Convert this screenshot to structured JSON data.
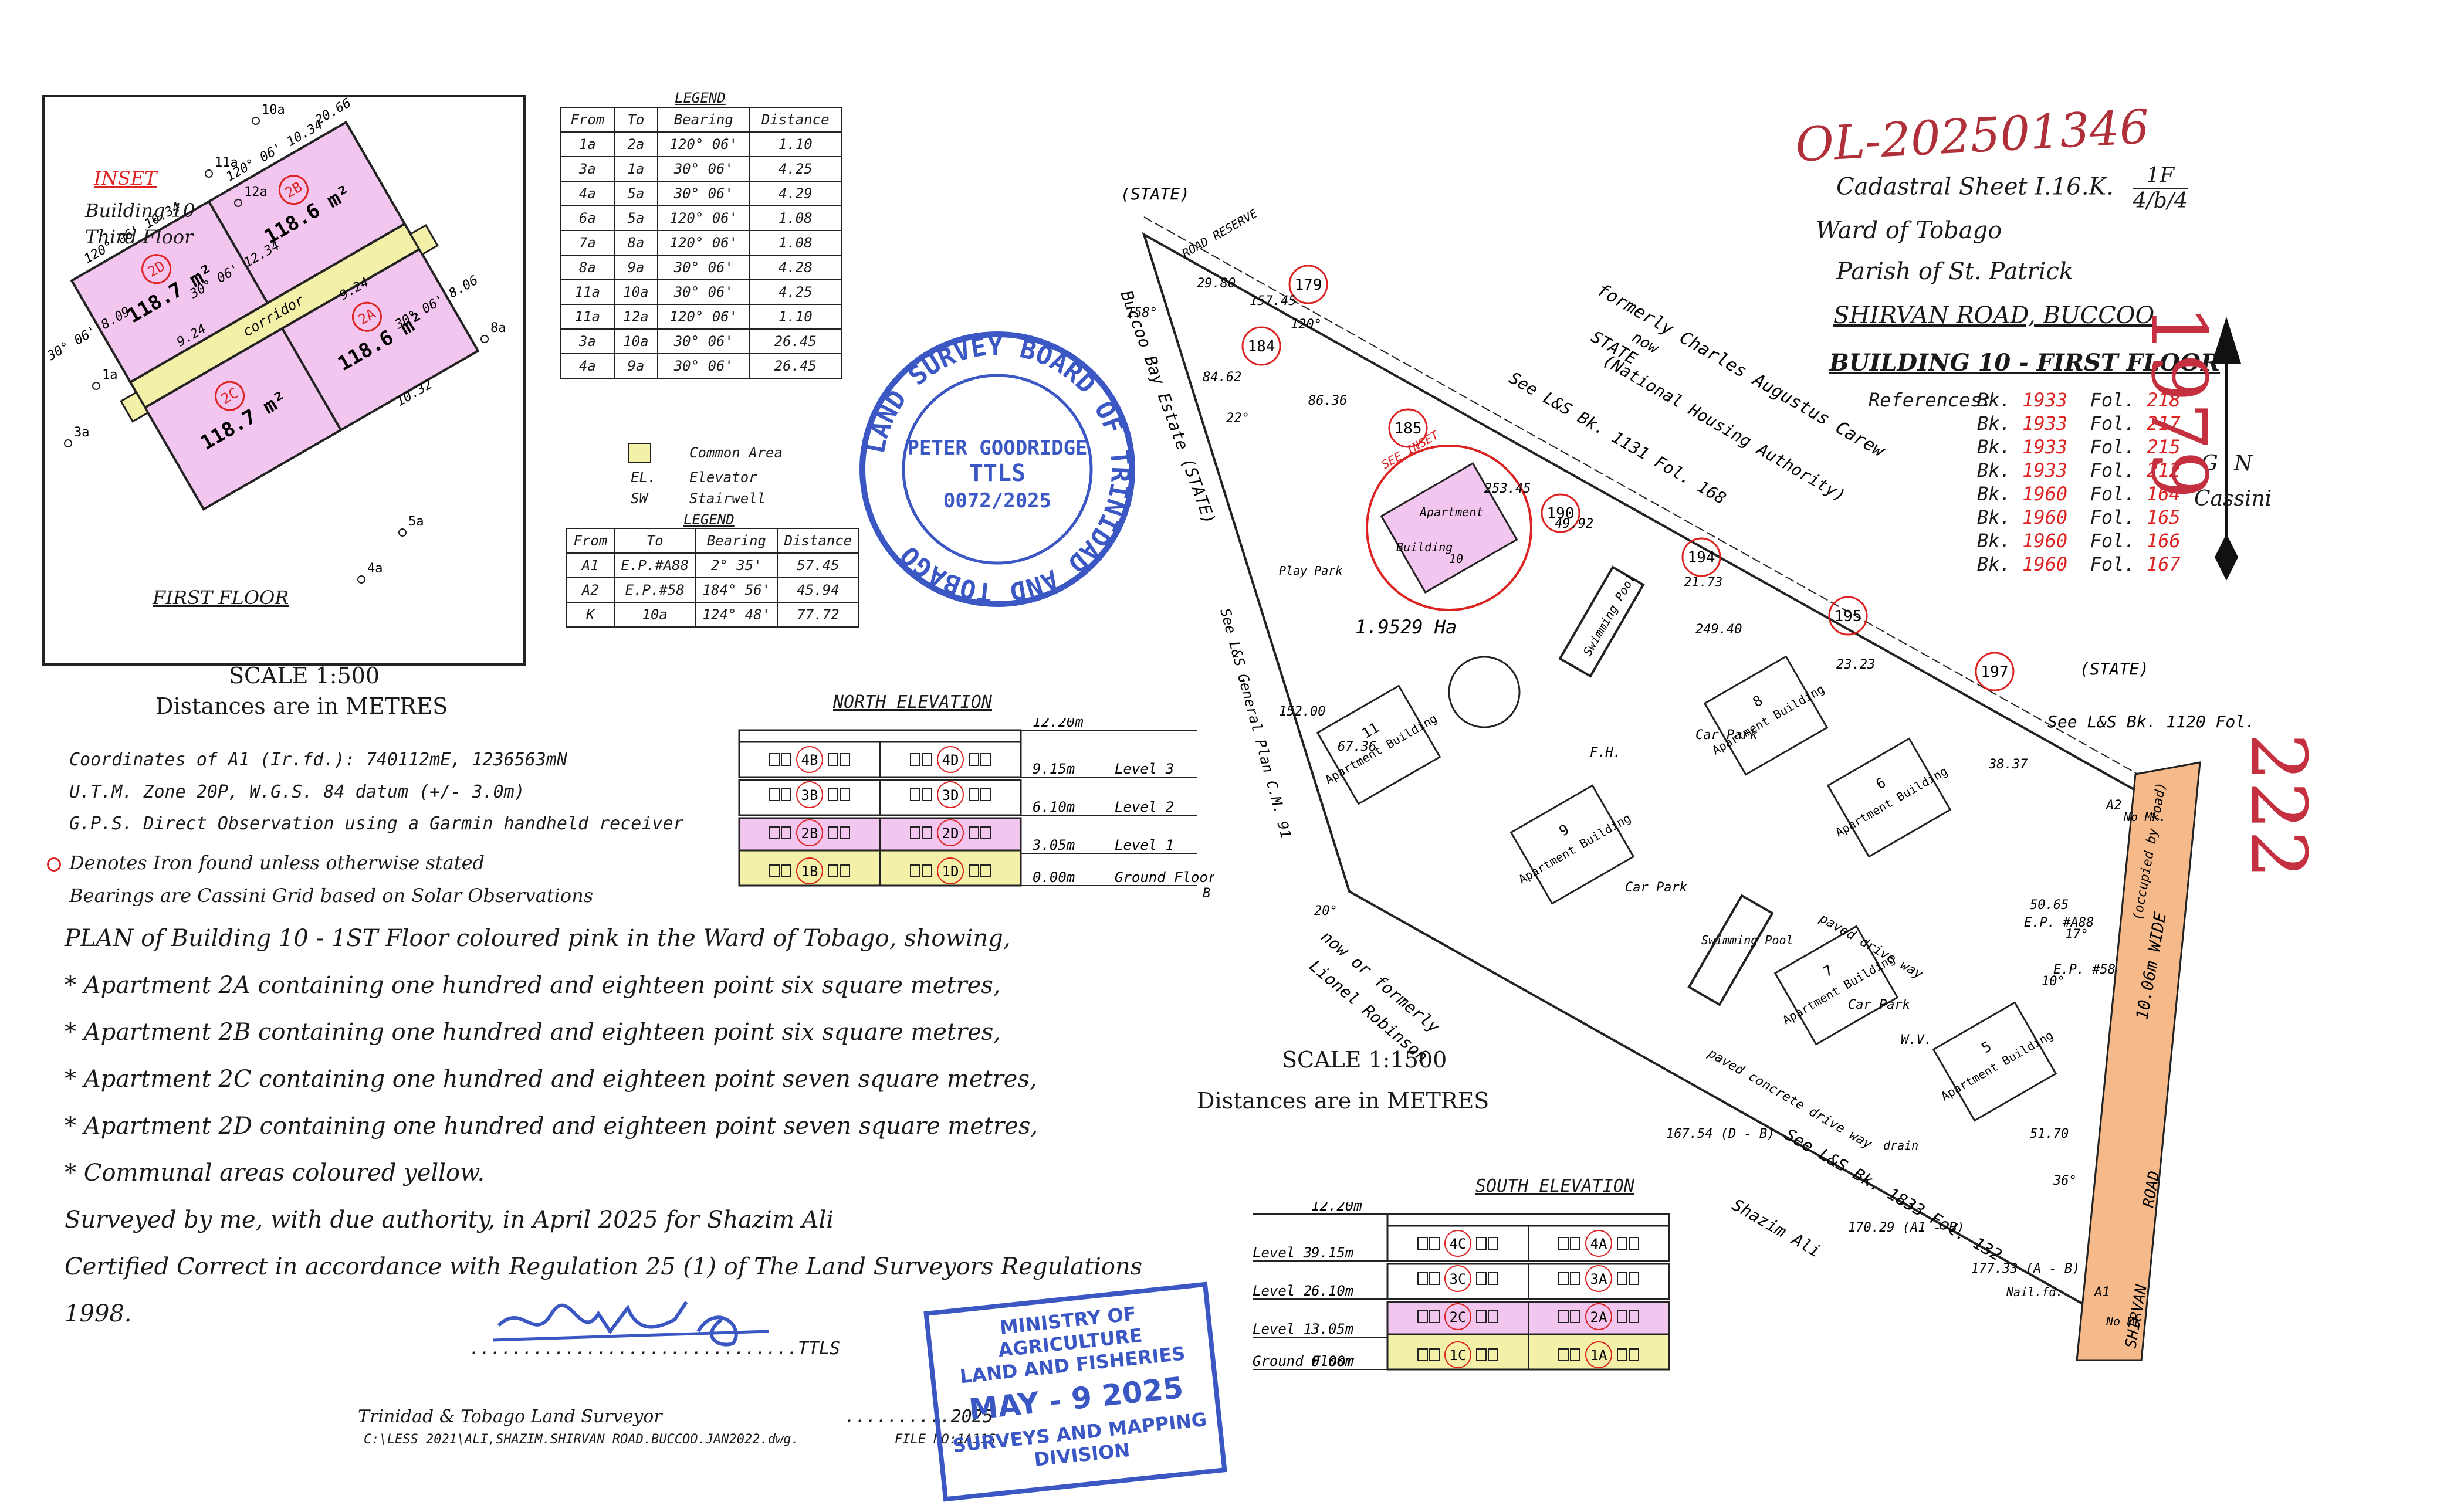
{
  "header": {
    "file_no": "OL-202501346",
    "cadastral_sheet": "Cadastral Sheet I.16.K.",
    "sheet_frac_top": "1F",
    "sheet_frac_bottom": "4/b/4",
    "ward": "Ward of Tobago",
    "parish": "Parish of St. Patrick",
    "road": "SHIRVAN ROAD, BUCCOO",
    "building_floor": "BUILDING 10 - FIRST FLOOR",
    "references_label": "References:"
  },
  "references": [
    {
      "bk": "Bk.",
      "bk_no": "1933",
      "fol": "Fol.",
      "fol_no": "218"
    },
    {
      "bk": "Bk.",
      "bk_no": "1933",
      "fol": "Fol.",
      "fol_no": "217"
    },
    {
      "bk": "Bk.",
      "bk_no": "1933",
      "fol": "Fol.",
      "fol_no": "215"
    },
    {
      "bk": "Bk.",
      "bk_no": "1933",
      "fol": "Fol.",
      "fol_no": "212"
    },
    {
      "bk": "Bk.",
      "bk_no": "1960",
      "fol": "Fol.",
      "fol_no": "164"
    },
    {
      "bk": "Bk.",
      "bk_no": "1960",
      "fol": "Fol.",
      "fol_no": "165"
    },
    {
      "bk": "Bk.",
      "bk_no": "1960",
      "fol": "Fol.",
      "fol_no": "166"
    },
    {
      "bk": "Bk.",
      "bk_no": "1960",
      "fol": "Fol.",
      "fol_no": "167"
    }
  ],
  "north_arrow": {
    "g": "G",
    "n": "N",
    "cassini": "Cassini"
  },
  "handwritten": {
    "top": "1979",
    "bottom": "222"
  },
  "inset": {
    "label": "INSET",
    "building": "Building 10",
    "floor": "Third Floor",
    "footer": "FIRST FLOOR",
    "corridor": "corridor",
    "apartments": [
      {
        "id": "2D",
        "area": "118.7 m²"
      },
      {
        "id": "2B",
        "area": "118.6 m²"
      },
      {
        "id": "2C",
        "area": "118.7 m²"
      },
      {
        "id": "2A",
        "area": "118.6 m²"
      }
    ],
    "dims": [
      "120° 06' 10.34",
      "120° 06' 10.34",
      "30° 06' 8.09",
      "30° 06' 12.34",
      "9.24",
      "9.24",
      "20.66",
      "10.32",
      "30° 06' 8.06"
    ],
    "points": [
      "10a",
      "11a",
      "12a",
      "1a",
      "3a",
      "4a",
      "5a",
      "8a"
    ]
  },
  "scale_inset": {
    "scale": "SCALE 1:500",
    "units": "Distances are in METRES"
  },
  "legend1": {
    "title": "LEGEND",
    "headers": [
      "From",
      "To",
      "Bearing",
      "Distance"
    ],
    "rows": [
      [
        "1a",
        "2a",
        "120° 06'",
        "1.10"
      ],
      [
        "3a",
        "1a",
        "30° 06'",
        "4.25"
      ],
      [
        "4a",
        "5a",
        "30° 06'",
        "4.29"
      ],
      [
        "6a",
        "5a",
        "120° 06'",
        "1.08"
      ],
      [
        "7a",
        "8a",
        "120° 06'",
        "1.08"
      ],
      [
        "8a",
        "9a",
        "30° 06'",
        "4.28"
      ],
      [
        "11a",
        "10a",
        "30° 06'",
        "4.25"
      ],
      [
        "11a",
        "12a",
        "120° 06'",
        "1.10"
      ],
      [
        "3a",
        "10a",
        "30° 06'",
        "26.45"
      ],
      [
        "4a",
        "9a",
        "30° 06'",
        "26.45"
      ]
    ]
  },
  "key": {
    "common": "Common Area",
    "el_code": "EL.",
    "el": "Elevator",
    "sw_code": "SW",
    "sw": "Stairwell"
  },
  "legend2": {
    "title": "LEGEND",
    "headers": [
      "From",
      "To",
      "Bearing",
      "Distance"
    ],
    "rows": [
      [
        "A1",
        "E.P.#A88",
        "2° 35'",
        "57.45"
      ],
      [
        "A2",
        "E.P.#58",
        "184° 56'",
        "45.94"
      ],
      [
        "K",
        "10a",
        "124° 48'",
        "77.72"
      ]
    ]
  },
  "stamp_board": {
    "ring": "LAND SURVEY BOARD OF TRINIDAD AND TOBAGO",
    "name": "PETER GOODRIDGE",
    "ttls": "TTLS",
    "reg": "0072/2025"
  },
  "notes": {
    "coords": "Coordinates of A1 (Ir.fd.): 740112mE, 1236563mN",
    "utm": "U.T.M. Zone 20P, W.G.S. 84 datum (+/- 3.0m)",
    "gps": "G.P.S. Direct Observation using a Garmin handheld receiver",
    "iron": "Denotes Iron found unless otherwise stated",
    "bearings": "Bearings are Cassini Grid based on Solar Observations"
  },
  "north_elev": {
    "title": "NORTH ELEVATION",
    "levels": [
      {
        "h": "12.20m",
        "name": ""
      },
      {
        "h": "9.15m",
        "name": "Level 3"
      },
      {
        "h": "6.10m",
        "name": "Level 2"
      },
      {
        "h": "3.05m",
        "name": "Level 1"
      },
      {
        "h": "0.00m",
        "name": "Ground Floor"
      }
    ],
    "units": [
      "4B",
      "4D",
      "3B",
      "3D",
      "2B",
      "2D",
      "1B",
      "1D"
    ]
  },
  "south_elev": {
    "title": "SOUTH ELEVATION",
    "levels": [
      {
        "h": "12.20m",
        "name": ""
      },
      {
        "h": "9.15m",
        "name": "Level 3"
      },
      {
        "h": "6.10m",
        "name": "Level 2"
      },
      {
        "h": "3.05m",
        "name": "Level 1"
      },
      {
        "h": "0.00m",
        "name": "Ground Floor"
      }
    ],
    "units": [
      "4C",
      "4A",
      "3C",
      "3A",
      "2C",
      "2A",
      "1C",
      "1A"
    ]
  },
  "plan_text": [
    "PLAN of Building 10 - 1ST Floor coloured pink in the Ward of Tobago, showing,",
    "* Apartment 2A containing one hundred and eighteen point six square metres,",
    "* Apartment 2B containing one hundred and eighteen point six square metres,",
    "* Apartment 2C containing one hundred and eighteen point seven square metres,",
    "* Apartment 2D containing one hundred and eighteen point seven square metres,",
    "* Communal areas coloured yellow.",
    "Surveyed by me, with due authority, in April 2025 for Shazim Ali",
    "Certified Correct in accordance with Regulation 25 (1) of The Land Surveyors Regulations 1998."
  ],
  "signature": {
    "dots": "...............................TTLS",
    "surveyor": "Trinidad & Tobago Land Surveyor",
    "date_dots": "..........2025",
    "path": "C:\\LESS 2021\\ALI,SHAZIM.SHIRVAN ROAD.BUCCOO.JAN2022.dwg.",
    "file_no": "FILE NO:1A11S"
  },
  "ministry_stamp": {
    "line1": "MINISTRY OF AGRICULTURE",
    "line2": "LAND AND FISHERIES",
    "date": "MAY - 9 2025",
    "line3": "SURVEYS AND MAPPING",
    "line4": "DIVISION"
  },
  "site": {
    "state_top": "(STATE)",
    "state_right": "(STATE)",
    "road_reserve": "ROAD RESERVE",
    "estate": "Buccoo Bay Estate (STATE)",
    "formerly": "formerly Charles Augustus Carew",
    "now": "now",
    "state_mid": "STATE",
    "nha": "(National Housing Authority)",
    "see1": "See L&S Bk. 1131 Fol. 168",
    "see2": "See L&S Bk. 1120 Fol. 138",
    "see3": "See L&S Bk. 1833 Fol. 132",
    "see_general": "See L&S General Plan C.M. 91",
    "area": "1.9529 Ha",
    "play_park": "Play Park",
    "robinson1": "now or formerly",
    "robinson2": "Lionel Robinson",
    "shazim": "Shazim Ali",
    "shirvan": "SHIRVAN",
    "road_word": "ROAD",
    "wide": "10.06m WIDE",
    "occupied": "(occupied by road)",
    "nail": "Nail.fd.",
    "no_mk": "No Mk.",
    "car_park": "Car Park",
    "swim": "Swimming Pool",
    "paved": "paved drive way",
    "concrete": "paved concrete drive way",
    "drain": "drain",
    "buildings": [
      "Apartment Building",
      "Apartment Building",
      "Apartment Building",
      "Apartment Building",
      "Apartment Building",
      "Apartment Building"
    ],
    "building_nos": [
      "11",
      "8",
      "9",
      "6",
      "7",
      "5"
    ],
    "lot_nos": [
      "179",
      "184",
      "185",
      "190",
      "194",
      "195",
      "197"
    ],
    "dims": [
      "158°",
      "84.62",
      "22°",
      "152.00",
      "67.36",
      "86.36",
      "253.45",
      "49.92",
      "21.73",
      "249.40",
      "23.23",
      "38.37",
      "50.65",
      "17°",
      "10°",
      "51.70",
      "36°",
      "177.33 (A - B)",
      "170.29 (A1 - B)",
      "167.54 (D - B)",
      "29.80",
      "157.45",
      "120°",
      "20°"
    ],
    "points": [
      "A2",
      "A1",
      "E.P. #A88",
      "E.P. #58",
      "W.V.",
      "F.H.",
      "B"
    ],
    "inset_label": "SEE INSET",
    "apartment": "Apartment",
    "building": "Building",
    "b10": "10",
    "scale": "SCALE 1:1500",
    "units": "Distances are in METRES"
  }
}
